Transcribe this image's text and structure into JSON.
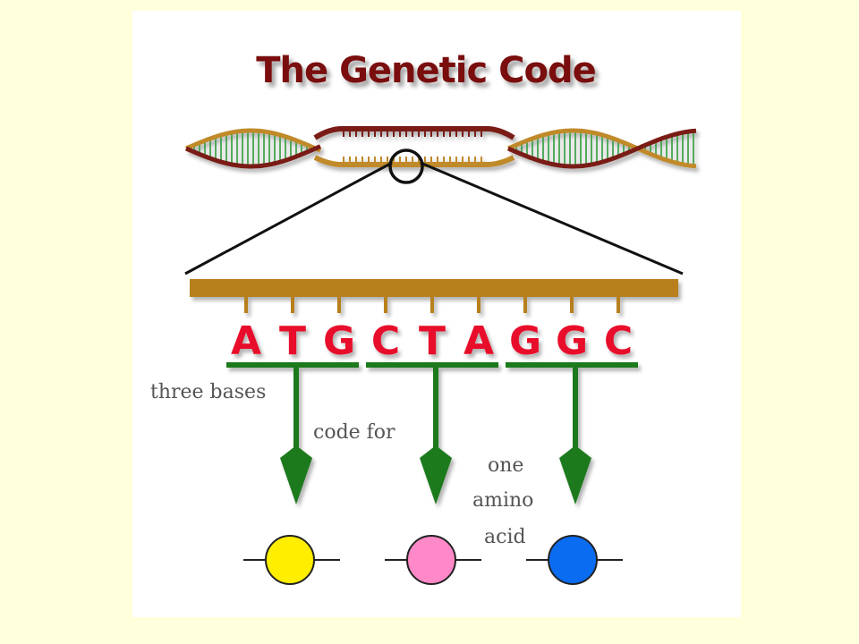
{
  "title": "The Genetic Code",
  "bases": [
    "A",
    "T",
    "G",
    "C",
    "T",
    "A",
    "G",
    "G",
    "C"
  ],
  "captions": {
    "three_bases": "three bases",
    "code_for": "code for",
    "one": "one",
    "amino": "amino",
    "acid": "acid"
  },
  "amino_acids": [
    {
      "color": "#ffee00"
    },
    {
      "color": "#ff88c8"
    },
    {
      "color": "#0a6cf0"
    }
  ],
  "colors": {
    "background": "#ffffdc",
    "panel": "#ffffff",
    "title": "#7a1010",
    "base_letters": "#e8102a",
    "backbone": "#b8801c",
    "dna_dark": "#7a1a14",
    "dna_light": "#c08a2a",
    "rungs": "#2e9a3a",
    "arrows": "#1e7a1e",
    "captions": "#555555"
  }
}
